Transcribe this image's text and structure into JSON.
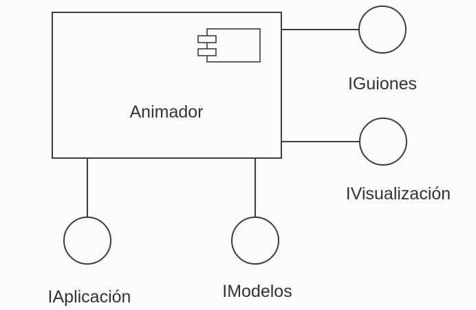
{
  "component": {
    "name": "Animador",
    "icon": "uml-component-icon"
  },
  "interfaces": [
    {
      "key": "guiones",
      "label": "IGuiones"
    },
    {
      "key": "visualizacion",
      "label": "IVisualización"
    },
    {
      "key": "aplicacion",
      "label": "IAplicación"
    },
    {
      "key": "modelos",
      "label": "IModelos"
    }
  ],
  "colors": {
    "line": "#3a3a3a",
    "text": "#333333",
    "background": "#fbfbfb"
  }
}
